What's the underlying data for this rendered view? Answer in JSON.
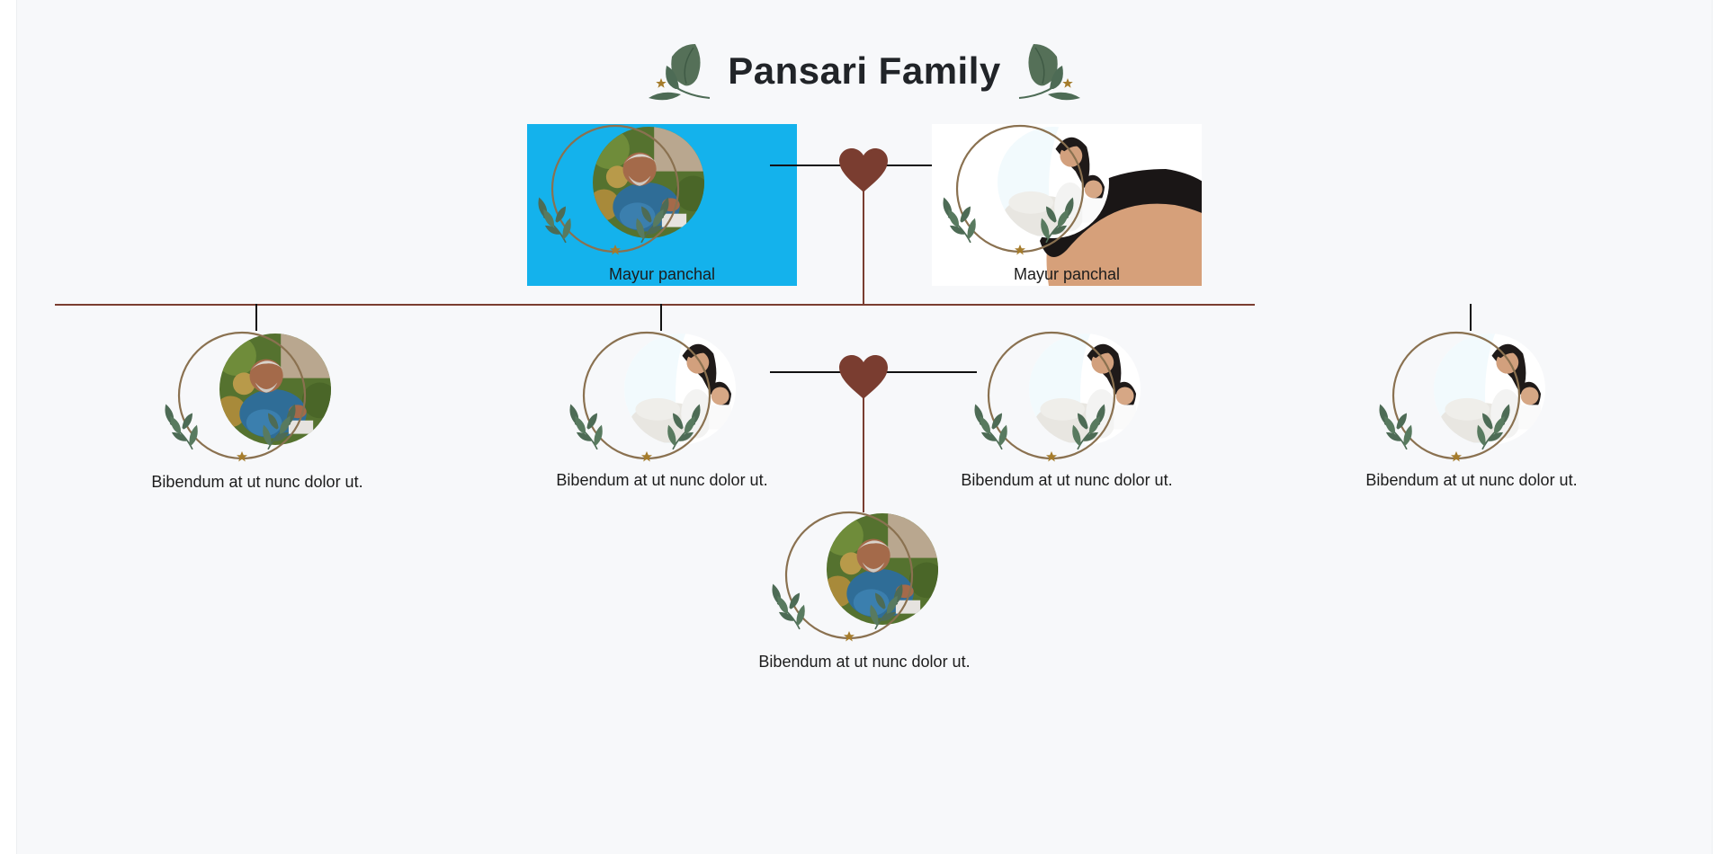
{
  "title": "Pansari Family",
  "colors": {
    "background": "#f7f8fa",
    "connector": "#7a3d30",
    "heart": "#7a3d30",
    "selected_card": "#14b2ec",
    "leaf": "#4d6b55",
    "ring": "#8a7150",
    "star": "#a57c2c"
  },
  "parents": {
    "left": {
      "name": "Mayur panchal",
      "photo": "man-gardening-photo",
      "selected": true
    },
    "right": {
      "name": "Mayur panchal",
      "photo": "mother-daughter-photo",
      "selected": false
    }
  },
  "children": [
    {
      "name": "Bibendum at ut nunc dolor ut.",
      "photo": "man-gardening-photo"
    },
    {
      "name": "Bibendum at ut nunc dolor ut.",
      "photo": "mother-daughter-photo"
    },
    {
      "name": "Bibendum at ut nunc dolor ut.",
      "photo": "mother-daughter-photo"
    },
    {
      "name": "Bibendum at ut nunc dolor ut.",
      "photo": "mother-daughter-photo"
    }
  ],
  "grandchildren": [
    {
      "name": "Bibendum at ut nunc dolor ut.",
      "photo": "man-gardening-photo"
    }
  ],
  "icons": {
    "heart": "heart-icon",
    "title_leaf": "laurel-leaf-icon",
    "wreath": "laurel-wreath-frame"
  }
}
